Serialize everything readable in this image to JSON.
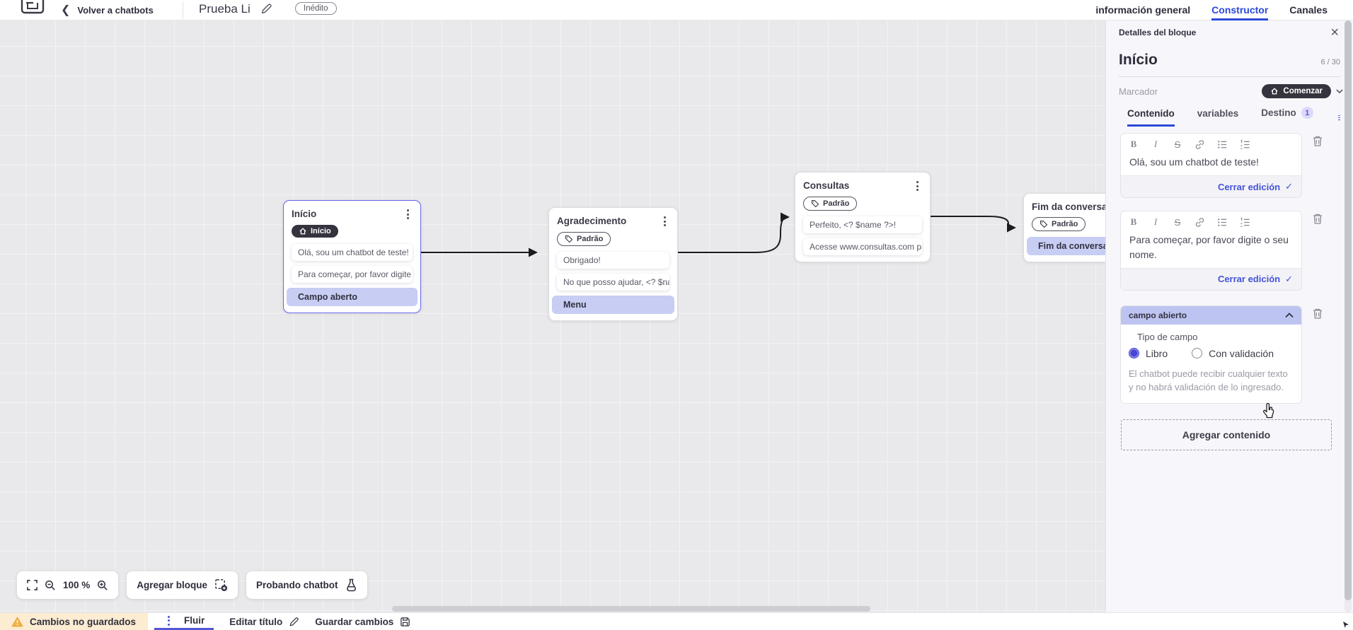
{
  "header": {
    "back_label": "Volver a chatbots",
    "title": "Prueba Li",
    "status_badge": "Inédito",
    "tabs": [
      {
        "label": "información general",
        "active": false
      },
      {
        "label": "Constructor",
        "active": true
      },
      {
        "label": "Canales",
        "active": false
      }
    ]
  },
  "canvas": {
    "blocks": [
      {
        "title": "Início",
        "badge": "Início",
        "items": [
          {
            "text": "Olá, sou um chatbot de teste!"
          },
          {
            "text": "Para começar, por favor digite o ..."
          },
          {
            "text": "Campo aberto"
          }
        ]
      },
      {
        "title": "Agradecimento",
        "badge": "Padrão",
        "items": [
          {
            "text": "Obrigado!"
          },
          {
            "text": "No que posso ajudar, <? $name ..."
          },
          {
            "text": "Menu"
          }
        ]
      },
      {
        "title": "Consultas",
        "badge": "Padrão",
        "items": [
          {
            "text": "Perfeito, <? $name ?>!"
          },
          {
            "text": "Acesse www.consultas.com par..."
          }
        ]
      },
      {
        "title": "Fim da conversa",
        "badge": "Padrão",
        "items": [
          {
            "text": "Fim da conversa"
          }
        ]
      }
    ],
    "toolbar": {
      "zoom_level": "100 %",
      "add_block": "Agregar bloque",
      "test_chatbot": "Probando chatbot"
    }
  },
  "panel": {
    "header": "Detalles del bloque",
    "block_name": "Início",
    "name_counter": "6 / 30",
    "marker_label": "Marcador",
    "marker_value": "Comenzar",
    "tabs": [
      {
        "label": "Contenido",
        "active": true
      },
      {
        "label": "variables",
        "active": false
      },
      {
        "label": "Destino",
        "badge": "1",
        "active": false
      }
    ],
    "editors": [
      {
        "text": "Olá, sou um chatbot de teste!",
        "close_label": "Cerrar edición"
      },
      {
        "text": "Para começar, por favor digite o seu nome.",
        "close_label": "Cerrar edición"
      }
    ],
    "field_section": {
      "header": "campo abierto",
      "type_label": "Tipo de campo",
      "options": [
        {
          "label": "Libro",
          "selected": true
        },
        {
          "label": "Con validación",
          "selected": false
        }
      ],
      "help_text": "El chatbot puede recibir cualquier texto y no habrá validación de lo ingresado."
    },
    "add_content_label": "Agregar contenido"
  },
  "bottom_bar": {
    "warning": "Cambios no guardados",
    "flow_tab": "Fluir",
    "edit_title": "Editar título",
    "save": "Guardar cambios"
  },
  "colors": {
    "accent_blue": "#2b49d8",
    "link_purple": "#4353d9",
    "selected_block_border": "#6466e9",
    "dark_badge": "#34333e",
    "lavender_item": "#c7cdf3",
    "section_header_lavender": "#bdc4f1",
    "warning_bg": "#fbecd2",
    "warning_icon": "#e9a13b",
    "canvas_bg": "#e9e8ea"
  }
}
